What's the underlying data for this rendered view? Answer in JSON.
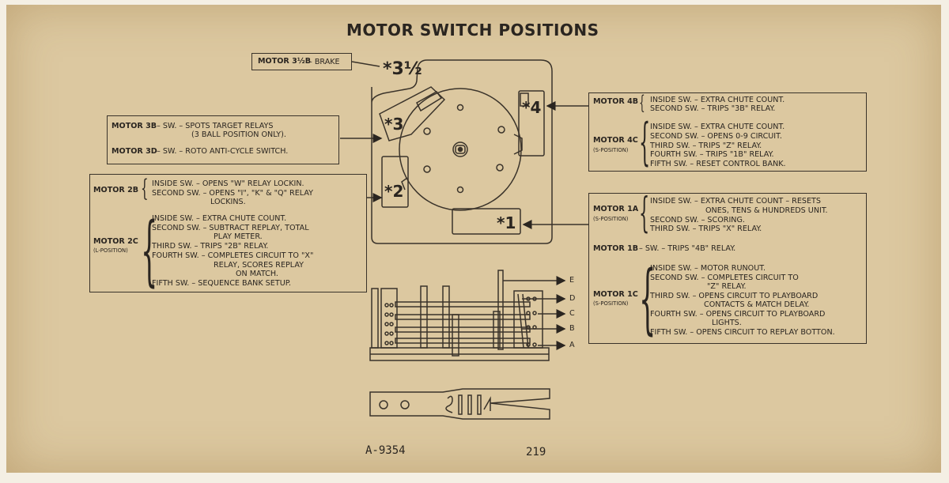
{
  "title": "MOTOR SWITCH POSITIONS",
  "brake_box": {
    "label": "MOTOR 3½B",
    "text": "– BRAKE"
  },
  "positions": {
    "p35": "*3½",
    "p4": "*4",
    "p3": "*3",
    "p2": "*2",
    "p1": "*1"
  },
  "left_top": {
    "m3b": {
      "label": "MOTOR 3B",
      "lines": [
        "– SW. – SPOTS TARGET RELAYS",
        "(3 BALL POSITION ONLY)."
      ]
    },
    "m3d": {
      "label": "MOTOR 3D",
      "text": "– SW. – ROTO ANTI-CYCLE SWITCH."
    }
  },
  "left_big": {
    "m2b": {
      "label": "MOTOR 2B",
      "lines": [
        "INSIDE SW. – OPENS \"W\" RELAY LOCKIN.",
        "SECOND SW. – OPENS \"I\", \"K\" & \"Q\" RELAY",
        "LOCKINS."
      ]
    },
    "m2c": {
      "label": "MOTOR 2C",
      "sub": "(L-POSITION)",
      "lines": [
        "INSIDE SW. – EXTRA CHUTE COUNT.",
        "SECOND SW. – SUBTRACT REPLAY, TOTAL",
        "PLAY METER.",
        "THIRD SW. – TRIPS \"2B\" RELAY.",
        "FOURTH SW. – COMPLETES CIRCUIT TO \"X\"",
        "RELAY, SCORES REPLAY",
        "ON MATCH.",
        "FIFTH SW. – SEQUENCE BANK SETUP."
      ]
    }
  },
  "right_top": {
    "m4b": {
      "label": "MOTOR 4B",
      "lines": [
        "INSIDE SW. – EXTRA CHUTE COUNT.",
        "SECOND SW. – TRIPS \"3B\" RELAY."
      ]
    },
    "m4c": {
      "label": "MOTOR 4C",
      "sub": "(S-POSITION)",
      "lines": [
        "INSIDE SW. – EXTRA CHUTE COUNT.",
        "SECOND SW. – OPENS 0-9 CIRCUIT.",
        "THIRD SW. – TRIPS \"Z\" RELAY.",
        "FOURTH SW. – TRIPS \"1B\" RELAY.",
        "FIFTH SW. – RESET CONTROL BANK."
      ]
    }
  },
  "right_big": {
    "m1a": {
      "label": "MOTOR 1A",
      "sub": "(S-POSITION)",
      "lines": [
        "INSIDE SW. – EXTRA CHUTE COUNT – RESETS",
        "ONES, TENS & HUNDREDS UNIT.",
        "SECOND SW. – SCORING.",
        "THIRD SW. – TRIPS \"X\" RELAY."
      ]
    },
    "m1b": {
      "label": "MOTOR 1B",
      "text": "– SW. – TRIPS \"4B\" RELAY."
    },
    "m1c": {
      "label": "MOTOR 1C",
      "sub": "(S-POSITION)",
      "lines": [
        "INSIDE SW. – MOTOR RUNOUT.",
        "SECOND SW. – COMPLETES CIRCUIT TO",
        "\"Z\" RELAY.",
        "THIRD SW. – OPENS CIRCUIT TO PLAYBOARD",
        "CONTACTS & MATCH DELAY.",
        "FOURTH SW. – OPENS CIRCUIT TO PLAYBOARD",
        "LIGHTS.",
        "FIFTH SW. – OPENS CIRCUIT TO REPLAY BOTTON."
      ]
    }
  },
  "switch_letters": [
    "E",
    "D",
    "C",
    "B",
    "A"
  ],
  "footer": {
    "part_no": "A-9354",
    "page_no": "219"
  },
  "colors": {
    "card": "#dcc8a0",
    "ink": "#2a2520"
  }
}
